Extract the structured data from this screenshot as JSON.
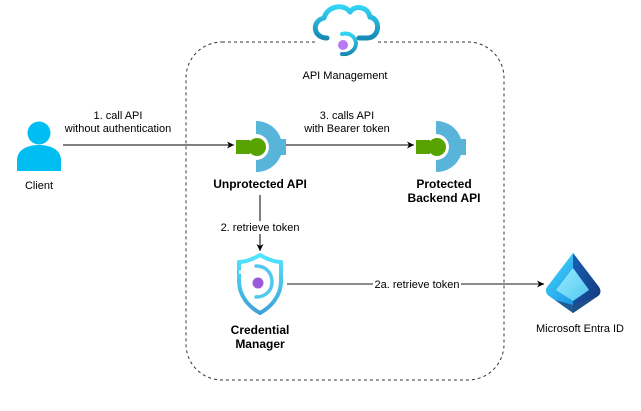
{
  "diagram": {
    "title": "API Management credential flow",
    "container": {
      "label": "API Management",
      "icon": "api-management-cloud-icon"
    },
    "nodes": {
      "client": {
        "label": "Client",
        "icon": "user-icon",
        "color": "#00BEF2"
      },
      "unprotected_api": {
        "label": "Unprotected API",
        "icon": "api-icon"
      },
      "protected_api": {
        "label_line1": "Protected",
        "label_line2": "Backend API",
        "icon": "api-icon"
      },
      "credential_manager": {
        "label_line1": "Credential",
        "label_line2": "Manager",
        "icon": "credential-shield-icon"
      },
      "entra": {
        "label": "Microsoft Entra ID",
        "icon": "microsoft-entra-id-icon"
      }
    },
    "edges": {
      "step1": {
        "line1": "1. call API",
        "line2": "without authentication",
        "from": "Client",
        "to": "Unprotected API"
      },
      "step2": {
        "line1": "2. retrieve token",
        "from": "Unprotected API",
        "to": "Credential Manager"
      },
      "step2a": {
        "line1": "2a. retrieve token",
        "from": "Credential Manager",
        "to": "Microsoft Entra ID"
      },
      "step3": {
        "line1": "3. calls API",
        "line2": "with Bearer token",
        "from": "Unprotected API",
        "to": "Protected Backend API"
      }
    },
    "colors": {
      "api_ring": "#59B4D9",
      "api_connector": "#57A300",
      "azure_cyan": "#32BEDD",
      "purple_dot": "#B77AF4",
      "entra_dark": "#225086",
      "entra_mid": "#0F78D4",
      "entra_light": "#6DF"
    }
  }
}
